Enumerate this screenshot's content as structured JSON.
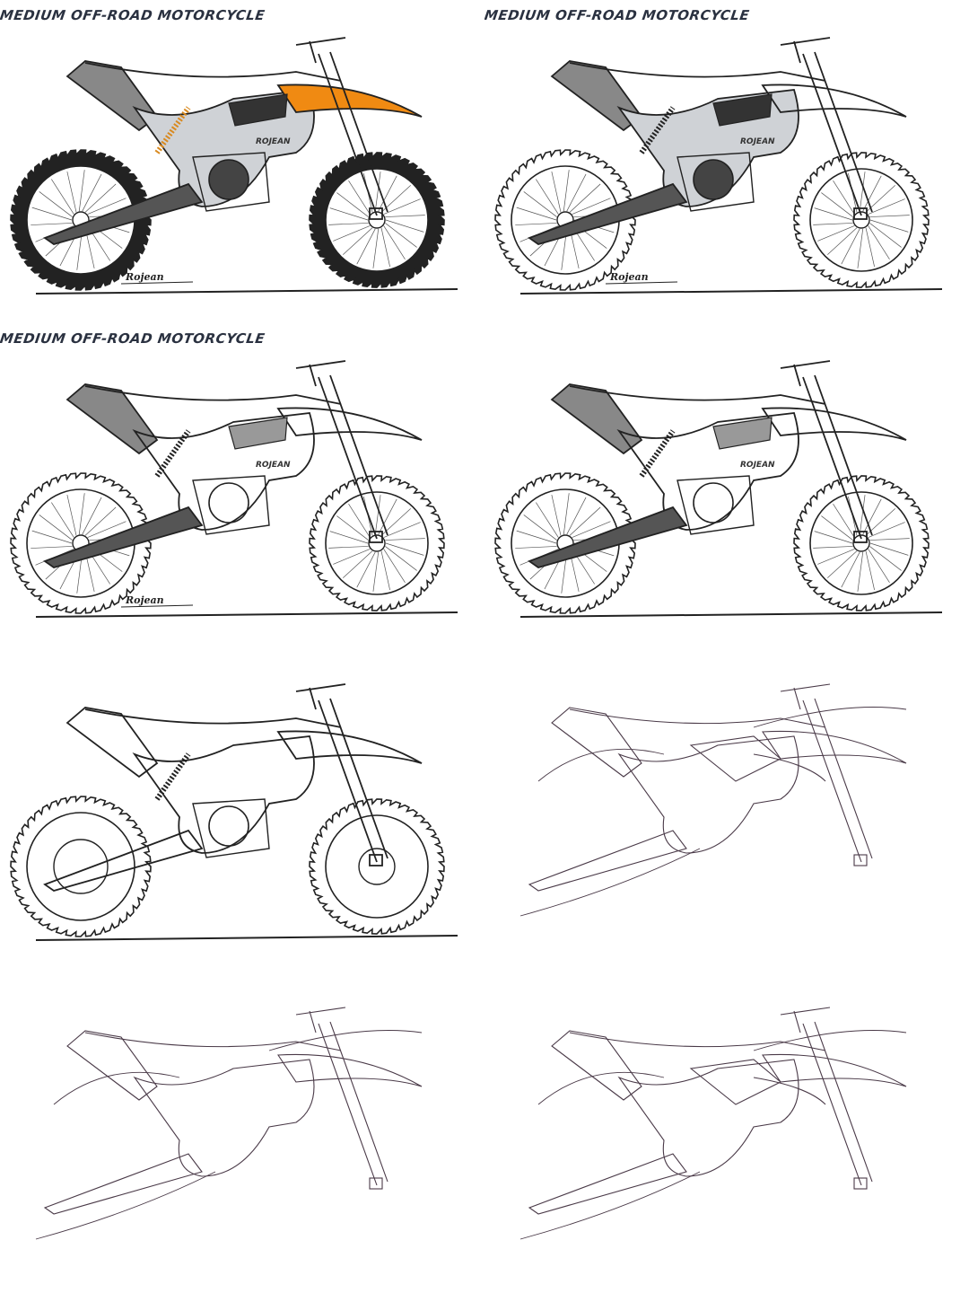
{
  "titles": {
    "panel1": "MEDIUM OFF-ROAD MOTORCYCLE",
    "panel2": "MEDIUM OFF-ROAD MOTORCYCLE",
    "panel3": "MEDIUM OFF-ROAD MOTORCYCLE"
  },
  "signature": "Rojean",
  "brand_mark": "ROJEAN",
  "colors": {
    "accent_orange": "#f08a12",
    "ink": "#222222",
    "sketch_line": "#4a3a48",
    "title_color": "#2a3140"
  },
  "panels": [
    {
      "id": "p1",
      "stage": "final-colored",
      "title_key": "panel1"
    },
    {
      "id": "p2",
      "stage": "shaded-grayscale",
      "title_key": "panel2"
    },
    {
      "id": "p3",
      "stage": "detailed-linework",
      "title_key": "panel3"
    },
    {
      "id": "p4",
      "stage": "refined-linework"
    },
    {
      "id": "p5",
      "stage": "basic-linework"
    },
    {
      "id": "p6",
      "stage": "rough-gesture"
    },
    {
      "id": "p7",
      "stage": "initial-gesture"
    },
    {
      "id": "p8",
      "stage": "gesture-with-panels"
    }
  ]
}
